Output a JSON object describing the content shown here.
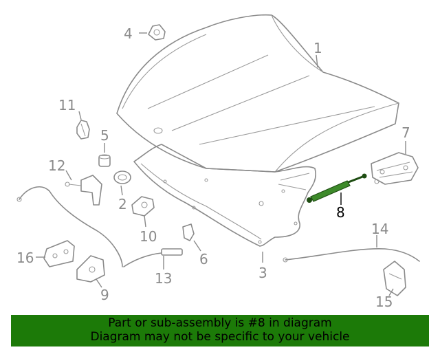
{
  "callouts": {
    "c1": "1",
    "c2": "2",
    "c3": "3",
    "c4": "4",
    "c5": "5",
    "c6": "6",
    "c7": "7",
    "c8": "8",
    "c9": "9",
    "c10": "10",
    "c11": "11",
    "c12": "12",
    "c13": "13",
    "c14": "14",
    "c15": "15",
    "c16": "16"
  },
  "highlight_color": "#3d8a2a",
  "footer": {
    "line1": "Part or sub-assembly is #8 in diagram",
    "line2": "Diagram may not be specific to your vehicle",
    "background": "#1c7a08"
  }
}
